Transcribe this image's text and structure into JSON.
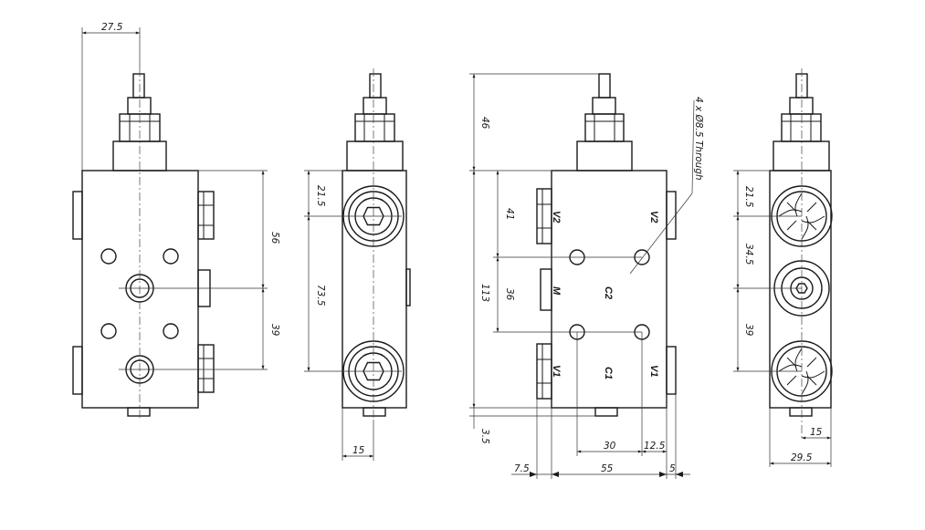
{
  "drawing": {
    "dims": {
      "v1_top_offset": "27.5",
      "v1_spacing_upper": "56",
      "v1_spacing_lower": "39",
      "v2_top": "21.5",
      "v2_center": "73.5",
      "v2_side": "15",
      "v3_height_top": "46",
      "v3_total": "113",
      "v3_bottom": "3.5",
      "v3_spacing_a": "41",
      "v3_spacing_b": "36",
      "v3_hole_a": "30",
      "v3_hole_b": "12.5",
      "v3_left": "7.5",
      "v3_width": "55",
      "v3_right": "5",
      "v4_top": "21.5",
      "v4_mid": "34.5",
      "v4_low": "39",
      "v4_side": "15",
      "v4_width": "29.5"
    },
    "callout": "4 x Ø8.5 Through",
    "ports": {
      "v2_left": "V2",
      "v2_right": "V2",
      "m": "M",
      "c2": "C2",
      "v1_left": "V1",
      "c1": "C1",
      "v1_right": "V1"
    }
  }
}
